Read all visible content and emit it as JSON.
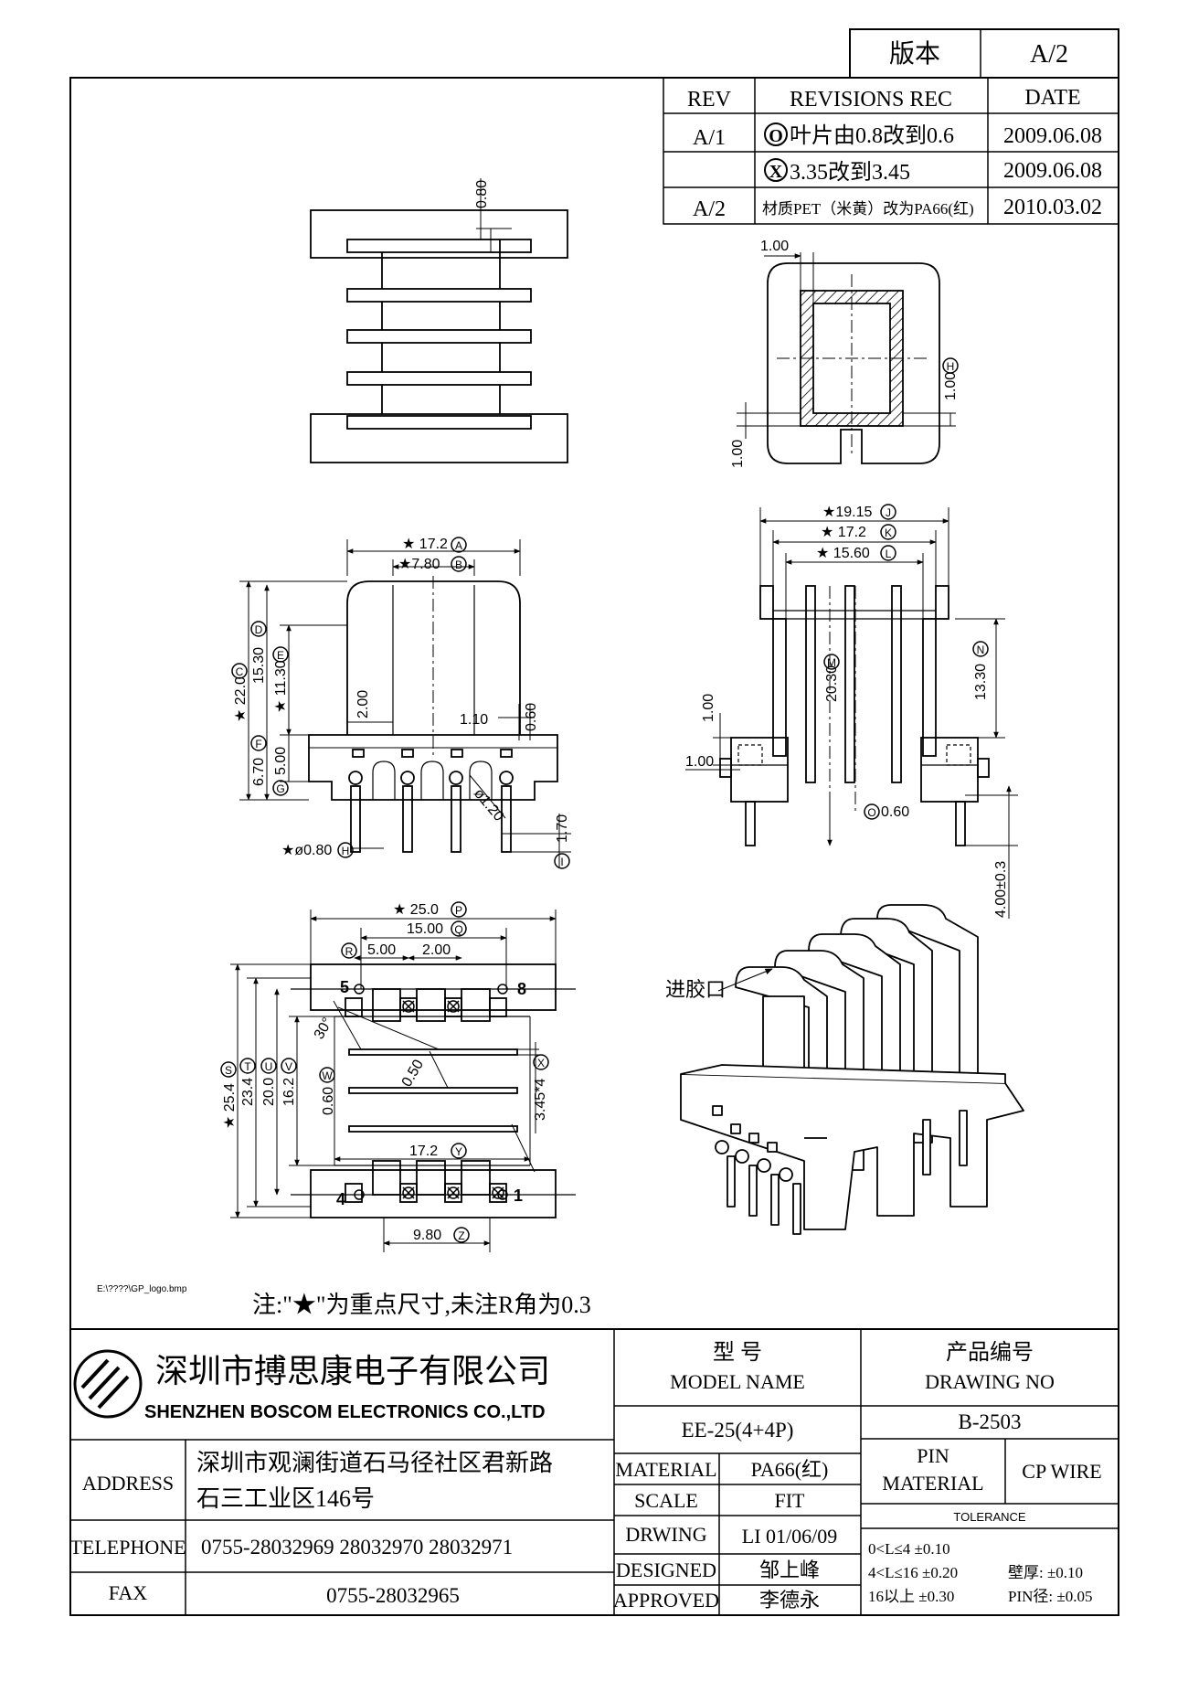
{
  "version_box": {
    "label": "版本",
    "value": "A/2"
  },
  "revisions": {
    "headers": [
      "REV",
      "REVISIONS REC",
      "DATE"
    ],
    "rows": [
      {
        "rev": "A/1",
        "mark": "O",
        "desc": "叶片由0.8改到0.6",
        "date": "2009.06.08"
      },
      {
        "rev": "",
        "mark": "X",
        "desc": "3.35改到3.45",
        "date": "2009.06.08"
      },
      {
        "rev": "A/2",
        "mark": "",
        "desc": "材质PET（米黄）改为PA66(红)",
        "date": "2010.03.02"
      }
    ]
  },
  "dims": {
    "top_080": "0.80",
    "end_100_a": "1.00",
    "end_100_b": "1.00",
    "end_100_c": "1.00",
    "A": "★ 17.2",
    "B": "★7.80",
    "C": "★ 22.0",
    "D": "15.30",
    "E": "★ 11.30",
    "F": "6.70",
    "G": "5.00",
    "H": "★ø0.80",
    "I": "1.70",
    "d200": "2.00",
    "d110": "1.10",
    "d060": "0.60",
    "d120": "ø1.20",
    "J": "★19.15",
    "K": "★ 17.2",
    "L": "★ 15.60",
    "M": "20.30",
    "N": "13.30",
    "O": "0.60",
    "s100a": "1.00",
    "s100b": "1.00",
    "s400": "4.00±0.3",
    "P": "★ 25.0",
    "Q": "15.00",
    "b500": "5.00",
    "b200": "2.00",
    "S": "★ 25.4",
    "T": "23.4",
    "U": "20.0",
    "V": "16.2",
    "W": "0.60",
    "X": "3.45*4",
    "Y": "17.2",
    "Z": "9.80",
    "b050": "0.50",
    "b30": "30°"
  },
  "circle_letters": {
    "A": "A",
    "B": "B",
    "C": "C",
    "D": "D",
    "E": "E",
    "F": "F",
    "G": "G",
    "H": "H",
    "I": "I",
    "J": "J",
    "K": "K",
    "L": "L",
    "M": "M",
    "N": "N",
    "O": "O",
    "P": "P",
    "Q": "Q",
    "R": "R",
    "S": "S",
    "T": "T",
    "U": "U",
    "V": "V",
    "W": "W",
    "X": "X",
    "Y": "Y",
    "Z": "Z",
    "H1": "H"
  },
  "pins": {
    "p5": "5",
    "p8": "8",
    "p4": "4",
    "p1": "1"
  },
  "gate_label": "进胶口",
  "logo_path": "E:\\????\\GP_logo.bmp",
  "note": "注:\"★\"为重点尺寸,未注R角为0.3",
  "company": {
    "cn": "深圳市搏思康电子有限公司",
    "en": "SHENZHEN BOSCOM ELECTRONICS CO.,LTD"
  },
  "info": {
    "address_label": "ADDRESS",
    "address_line1": "深圳市观澜街道石马径社区君新路",
    "address_line2": "石三工业区146号",
    "telephone_label": "TELEPHONE",
    "telephone": "0755-28032969 28032970 28032971",
    "fax_label": "FAX",
    "fax": "0755-28032965"
  },
  "title_block": {
    "model_cn": "型      号",
    "model_en": "MODEL NAME",
    "model_value": "EE-25(4+4P)",
    "drawing_cn": "产品编号",
    "drawing_en": "DRAWING NO",
    "drawing_value": "B-2503",
    "material_label": "MATERIAL",
    "material_value": "PA66(红)",
    "scale_label": "SCALE",
    "scale_value": "FIT",
    "drwing_label": "DRWING",
    "drwing_value": "LI 01/06/09",
    "designed_label": "DESIGNED",
    "designed_value": "邹上峰",
    "approved_label": "APPROVED",
    "approved_value": "李德永",
    "pin_material_label1": "PIN",
    "pin_material_label2": "MATERIAL",
    "pin_material_value": "CP WIRE",
    "tolerance_label": "TOLERANCE",
    "tol1": "0<L≤4  ±0.10",
    "tol2": "4<L≤16  ±0.20",
    "tol3": "16以上     ±0.30",
    "tol_wall": "壁厚:   ±0.10",
    "tol_pin": "PIN径:  ±0.05"
  }
}
